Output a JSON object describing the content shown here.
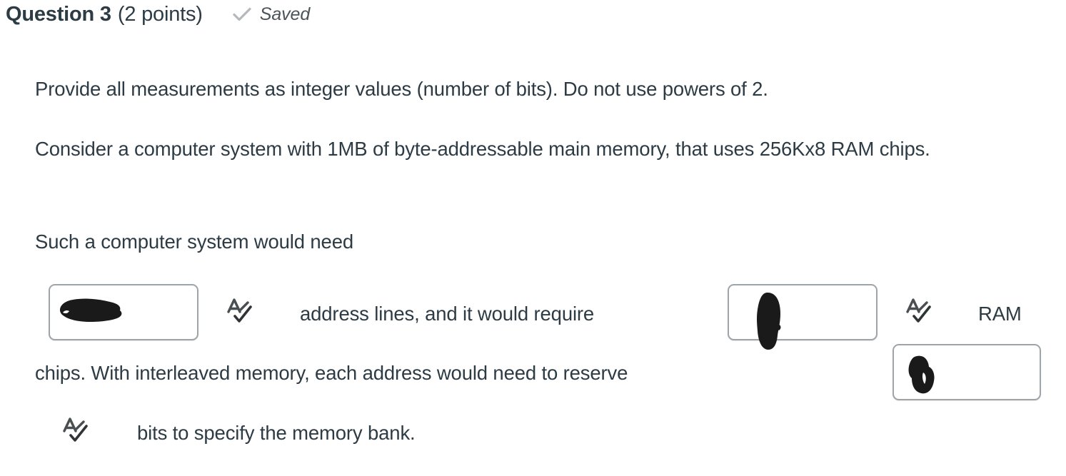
{
  "header": {
    "question_title": "Question 3",
    "points_label": "(2 points)",
    "save_status": "Saved",
    "save_check_icon": "checkmark-icon",
    "save_check_color": "#b3b9bd",
    "title_color": "#2d3b45"
  },
  "body": {
    "paragraph_1": "Provide all measurements as integer values (number of bits). Do not use powers of 2.",
    "paragraph_2": "Consider a computer system with 1MB of byte-addressable main memory, that uses 256Kx8 RAM chips.",
    "paragraph_3": "Such a computer system would need"
  },
  "answer_flow": {
    "text_after_blank_1": "address lines, and it would require",
    "text_after_blank_2": "RAM",
    "text_line_4": "chips. With interleaved memory, each address would need to reserve",
    "text_line_5": "bits to specify the memory bank.",
    "blanks": [
      {
        "name": "blank-1",
        "value": "",
        "placeholder": "",
        "redacted": true,
        "redaction_color": "#1a1a1a"
      },
      {
        "name": "blank-2",
        "value": "",
        "placeholder": "",
        "redacted": true,
        "redaction_color": "#1a1a1a"
      },
      {
        "name": "blank-3",
        "value": "",
        "placeholder": "",
        "redacted": true,
        "redaction_color": "#1a1a1a"
      }
    ],
    "spellcheck_icons": [
      {
        "name": "spellcheck-icon-1",
        "glyph": "A-with-checkmark"
      },
      {
        "name": "spellcheck-icon-2",
        "glyph": "A-with-checkmark"
      },
      {
        "name": "spellcheck-icon-3",
        "glyph": "A-with-checkmark"
      }
    ],
    "input_border_color": "#9ea4a8",
    "text_color": "#2d3b45"
  }
}
